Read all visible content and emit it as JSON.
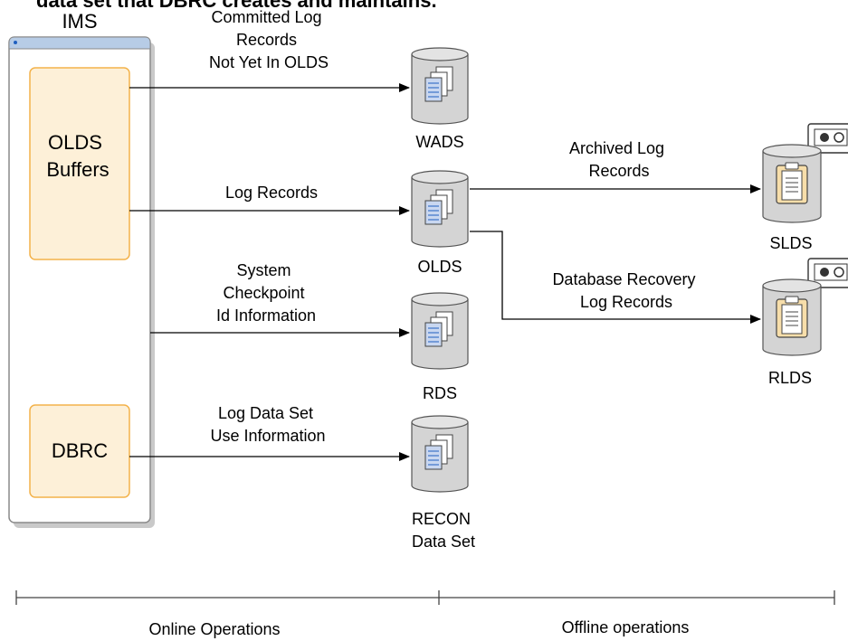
{
  "top_cut_text": "data set that DBRC creates and maintains.",
  "ims": {
    "title": "IMS",
    "olds_buffers": [
      "OLDS",
      "Buffers"
    ],
    "dbrc": "DBRC"
  },
  "flows": {
    "committed": [
      "Committed Log",
      "Records",
      "Not Yet In OLDS"
    ],
    "log_records": [
      "Log Records"
    ],
    "checkpoint": [
      "System",
      "Checkpoint",
      "Id Information"
    ],
    "log_dataset": [
      "Log Data Set",
      "Use Information"
    ],
    "archived": [
      "Archived Log",
      "Records"
    ],
    "db_recovery": [
      "Database Recovery",
      "Log Records"
    ]
  },
  "datasets": {
    "wads": [
      "WADS"
    ],
    "olds": [
      "OLDS"
    ],
    "rds": [
      "RDS"
    ],
    "recon": [
      "RECON",
      "Data Set"
    ],
    "slds": [
      "SLDS"
    ],
    "rlds": [
      "RLDS"
    ]
  },
  "timeline": {
    "online": "Online Operations",
    "offline": "Offline operations"
  },
  "colors": {
    "buffer_fill": "#fdf0d8",
    "buffer_stroke": "#f3b24a",
    "cylinder_fill": "#d4d4d4",
    "ims_header": "#b7cce6",
    "doc_fill": "#c9d7f0",
    "clipboard_fill": "#f7deaa"
  }
}
